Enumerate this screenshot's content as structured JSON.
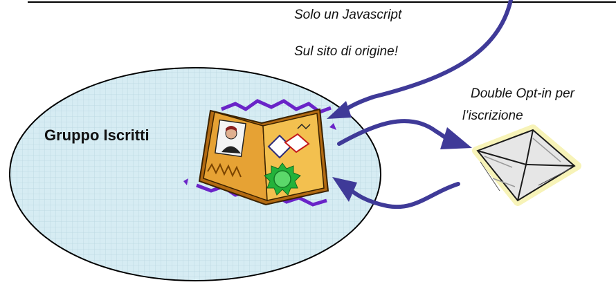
{
  "annotations": {
    "script_line1": "Solo un Javascript",
    "script_line2": "Sul sito di origine!",
    "optin_line1": "Double Opt-in per",
    "optin_line2": "l’iscrizione"
  },
  "group": {
    "label": "Gruppo Iscritti"
  },
  "icons": {
    "book": "address-book-icon",
    "envelope": "envelope-icon"
  },
  "colors": {
    "arrow": "#3f3a98",
    "ellipse_fill": "#d6ecf3",
    "ellipse_grid": "#b9d6e0",
    "book_cover": "#d98a1f",
    "book_page": "#f3c04f",
    "accent_purple": "#6a24c8",
    "seal_green": "#23b23a"
  }
}
